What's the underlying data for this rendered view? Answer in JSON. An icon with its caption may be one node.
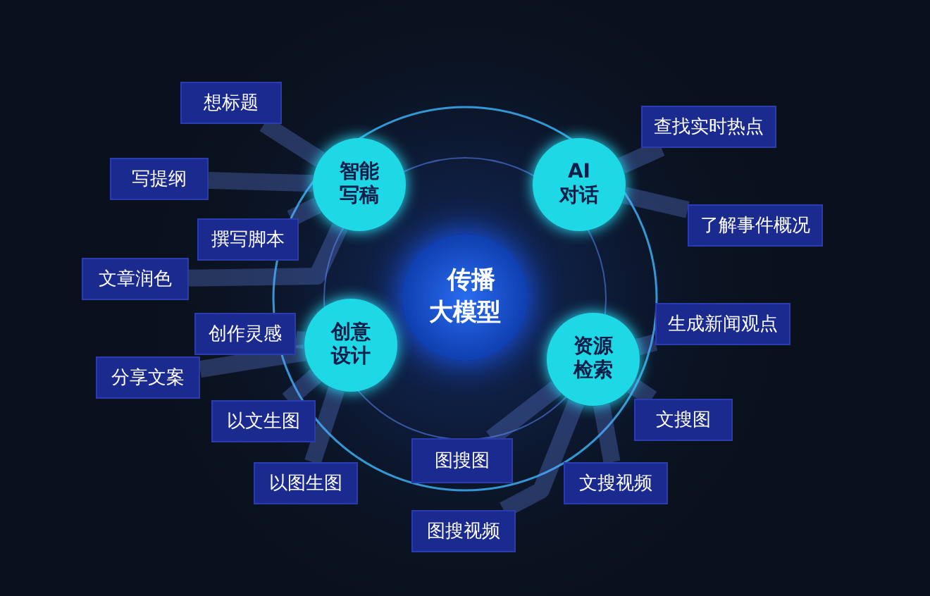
{
  "diagram": {
    "nodes": [
      {
        "text": [
          "传播大模型"
        ]
      },
      {
        "text": [
          "智能写稿"
        ]
      },
      {
        "text": [
          "AI对话"
        ]
      },
      {
        "text": [
          "创意设计"
        ]
      },
      {
        "text": [
          "资源检索"
        ]
      },
      {
        "text": [
          "想标题"
        ]
      },
      {
        "text": [
          "写提纲"
        ]
      },
      {
        "text": [
          "撰写脚本"
        ]
      },
      {
        "text": [
          "文章润色"
        ]
      },
      {
        "text": [
          "查找实时热点"
        ]
      },
      {
        "text": [
          "了解事件概况"
        ]
      },
      {
        "text": [
          "创作灵感"
        ]
      },
      {
        "text": [
          "分享文案"
        ]
      },
      {
        "text": [
          "以文生图"
        ]
      },
      {
        "text": [
          "以图生图"
        ]
      },
      {
        "text": [
          "生成新闻观点"
        ]
      },
      {
        "text": [
          "文搜图"
        ]
      },
      {
        "text": [
          "图搜图"
        ]
      },
      {
        "text": [
          "文搜视频"
        ]
      },
      {
        "text": [
          "图搜视频"
        ]
      }
    ],
    "edges": [
      {
        "from": 1,
        "to": 5,
        "arrow": "none"
      },
      {
        "from": 1,
        "to": 6,
        "arrow": "none"
      },
      {
        "from": 1,
        "to": 7,
        "arrow": "none"
      },
      {
        "from": 1,
        "to": 8,
        "arrow": "none"
      },
      {
        "from": 2,
        "to": 9,
        "arrow": "none"
      },
      {
        "from": 2,
        "to": 10,
        "arrow": "none"
      },
      {
        "from": 3,
        "to": 11,
        "arrow": "none"
      },
      {
        "from": 3,
        "to": 12,
        "arrow": "none"
      },
      {
        "from": 3,
        "to": 13,
        "arrow": "none"
      },
      {
        "from": 3,
        "to": 14,
        "arrow": "none"
      },
      {
        "from": 4,
        "to": 15,
        "arrow": "none"
      },
      {
        "from": 4,
        "to": 16,
        "arrow": "none"
      },
      {
        "from": 4,
        "to": 17,
        "arrow": "none"
      },
      {
        "from": 4,
        "to": 18,
        "arrow": "none"
      },
      {
        "from": 4,
        "to": 19,
        "arrow": "none"
      }
    ]
  }
}
